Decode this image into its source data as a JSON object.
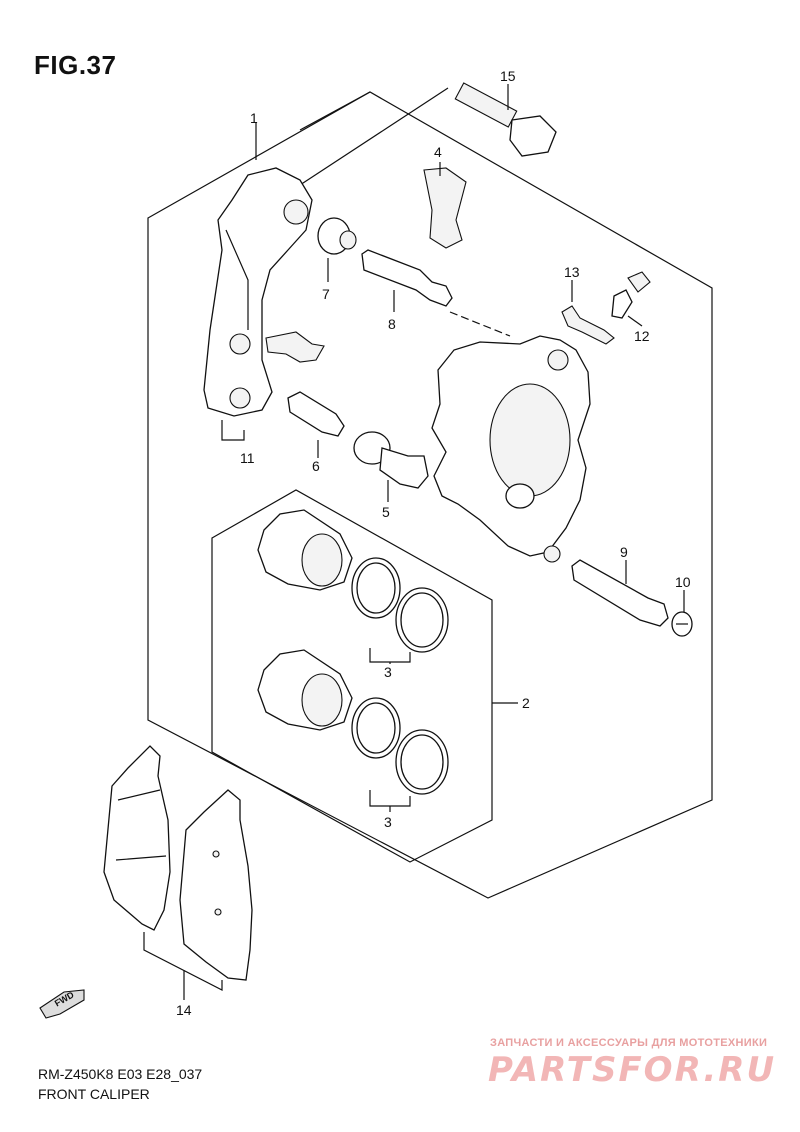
{
  "figure": {
    "title": "FIG.37",
    "model_code": "RM-Z450K8 E03 E28_037",
    "caption": "FRONT CALIPER"
  },
  "callouts": [
    "1",
    "2",
    "3",
    "3",
    "4",
    "5",
    "6",
    "7",
    "8",
    "9",
    "10",
    "11",
    "12",
    "13",
    "14",
    "15"
  ],
  "fwd_label": "FWD",
  "watermark": {
    "tagline": "ЗАПЧАСТИ И АКСЕССУАРЫ ДЛЯ МОТОТЕХНИКИ",
    "logo": "PARTSFOR.RU"
  }
}
